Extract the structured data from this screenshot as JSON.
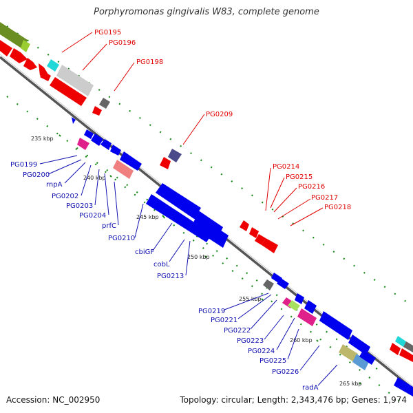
{
  "title": "Porphyromonas gingivalis W83, complete genome",
  "accession": "Accession: NC_002950",
  "topology": "Topology: circular; Length: 2,343,476 bp; Genes: 1,974",
  "ticks": [
    "235 kbp",
    "240 kbp",
    "245 kbp",
    "250 kbp",
    "255 kbp",
    "260 kbp",
    "265 kbp"
  ],
  "red_labels": [
    "PG0195",
    "PG0196",
    "PG0198",
    "PG0209",
    "PG0214",
    "PG0215",
    "PG0216",
    "PG0217",
    "PG0218"
  ],
  "blue_labels": [
    "PG0199",
    "PG0200",
    "rnpA",
    "PG0202",
    "PG0203",
    "PG0204",
    "prfC",
    "PG0210",
    "cbiGF",
    "cobL",
    "PG0213",
    "PG0219",
    "PG0221",
    "PG0222",
    "PG0223",
    "PG0224",
    "PG0225",
    "PG0226",
    "radA"
  ],
  "colors": {
    "forward_strand": "#0000ee",
    "reverse_strand": "#ee0000",
    "backbone": "#888888",
    "dots": "#1a8a1a",
    "olive": "#6b8e23",
    "cyan": "#20d8d8",
    "magenta": "#e0208a",
    "salmon": "#f08080",
    "darkslate": "#4a4a8a",
    "khaki": "#bdb76b",
    "steelblue": "#5b9bd5",
    "lime": "#a8e060",
    "gray": "#666666",
    "lightgray": "#cccccc"
  }
}
